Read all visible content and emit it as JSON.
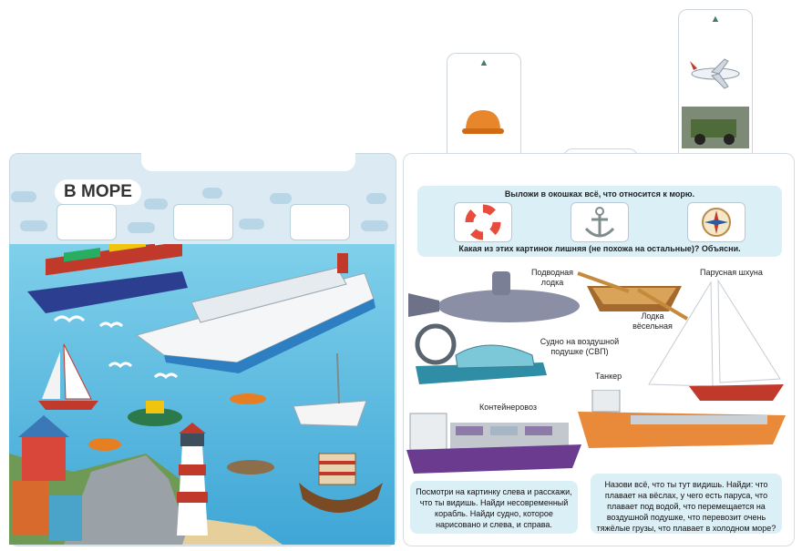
{
  "left_page": {
    "title": "В МОРЕ",
    "empty_slots": 3
  },
  "right_page": {
    "task_top": "Выложи в окошках всё, что относится к морю.",
    "task_bottom": "Какая из этих картинок лишняя (не похожа на остальные)? Объясни.",
    "choices": [
      {
        "name": "lifebuoy-icon"
      },
      {
        "name": "anchor-icon"
      },
      {
        "name": "compass-icon"
      }
    ],
    "labels": {
      "submarine": "Подводная лодка",
      "rowboat": "Лодка вёсельная",
      "schooner": "Парусная шхуна",
      "hovercraft": "Судно на воздушной подушке (СВП)",
      "tanker": "Танкер",
      "container_ship": "Контейнеровоз"
    },
    "info_left": "Посмотри на картинку слева и расскажи, что ты видишь. Найди несовременный корабль. Найди судно, которое нарисовано и слева, и справа.",
    "info_right": "Назови всё, что ты тут видишь. Найди: что плавает на вёслах, у чего есть паруса, что плавает под водой, что перемещается на воздушной подушке, что перевозит очень тяжёлые грузы, что плавает в холодном море?"
  },
  "tabs": [
    {
      "name": "helmet-tab",
      "icon": "helmet-icon"
    },
    {
      "name": "empty-tab",
      "icon": ""
    },
    {
      "name": "vehicles-tab",
      "icon": "airplane-icon"
    }
  ]
}
